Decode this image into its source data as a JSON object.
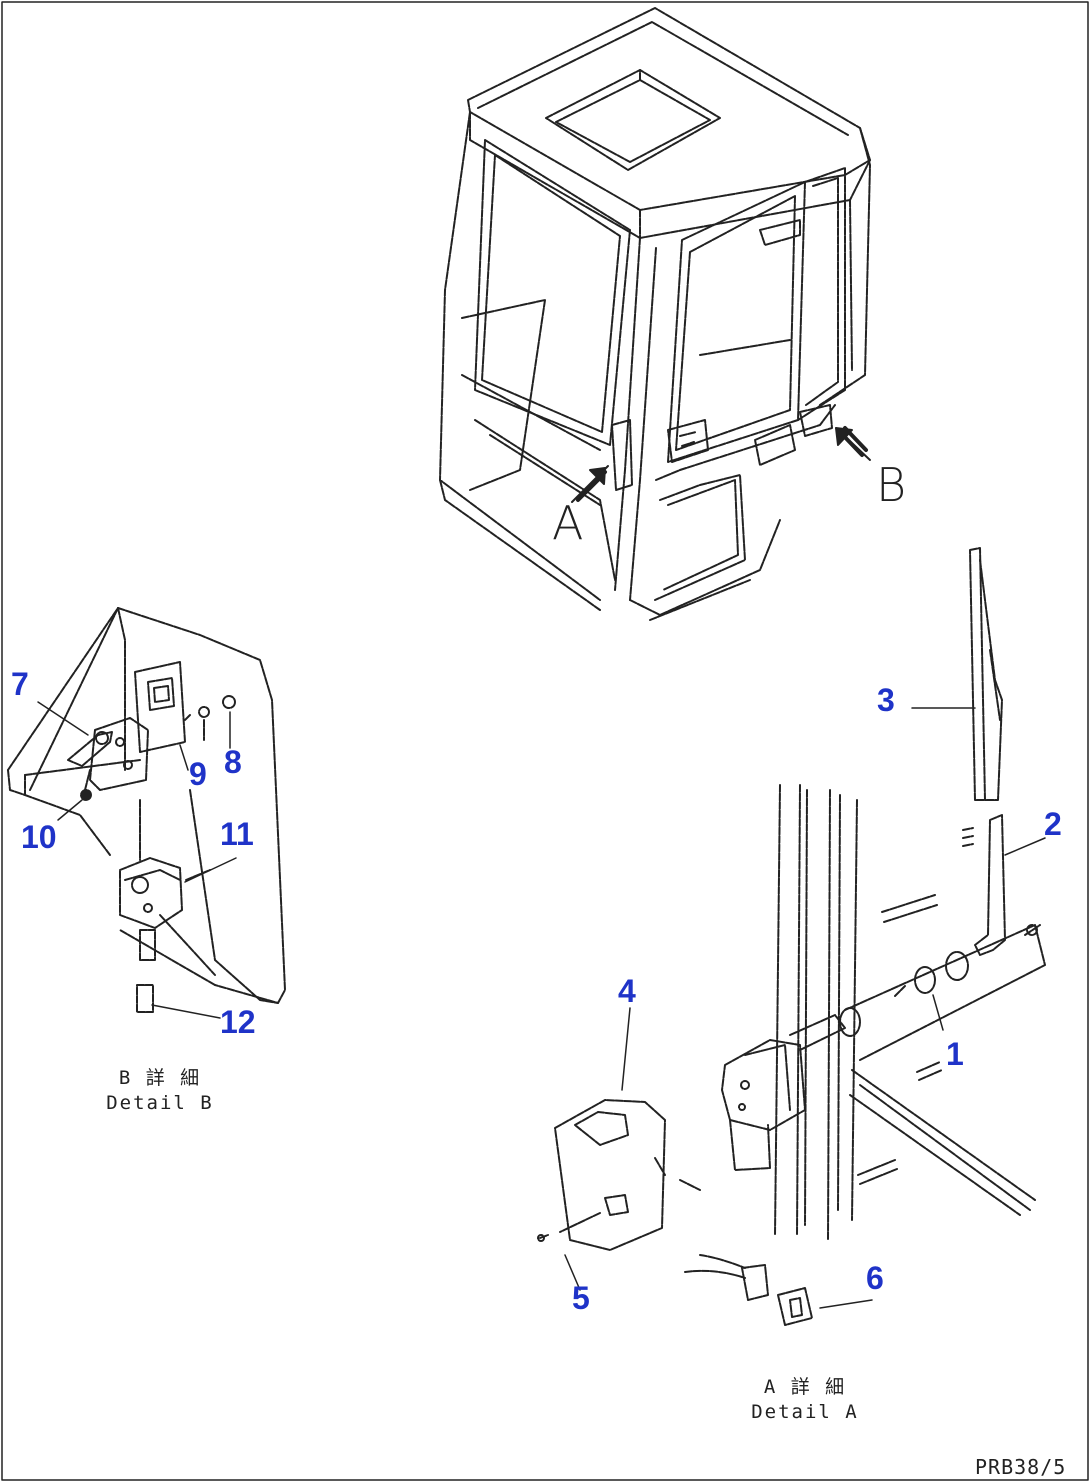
{
  "callouts": [
    {
      "id": "1",
      "label": "1"
    },
    {
      "id": "2",
      "label": "2"
    },
    {
      "id": "3",
      "label": "3"
    },
    {
      "id": "4",
      "label": "4"
    },
    {
      "id": "5",
      "label": "5"
    },
    {
      "id": "6",
      "label": "6"
    },
    {
      "id": "7",
      "label": "7"
    },
    {
      "id": "8",
      "label": "8"
    },
    {
      "id": "9",
      "label": "9"
    },
    {
      "id": "10",
      "label": "10"
    },
    {
      "id": "11",
      "label": "11"
    },
    {
      "id": "12",
      "label": "12"
    }
  ],
  "view_markers": {
    "a": "A",
    "b": "B"
  },
  "captions": {
    "detail_a": {
      "jp": "A 詳 細",
      "en": "Detail A"
    },
    "detail_b": {
      "jp": "B 詳 細",
      "en": "Detail B"
    }
  },
  "drawing_ref": "PRB38/5",
  "colors": {
    "callout": "#1f33c8",
    "line": "#222222"
  }
}
